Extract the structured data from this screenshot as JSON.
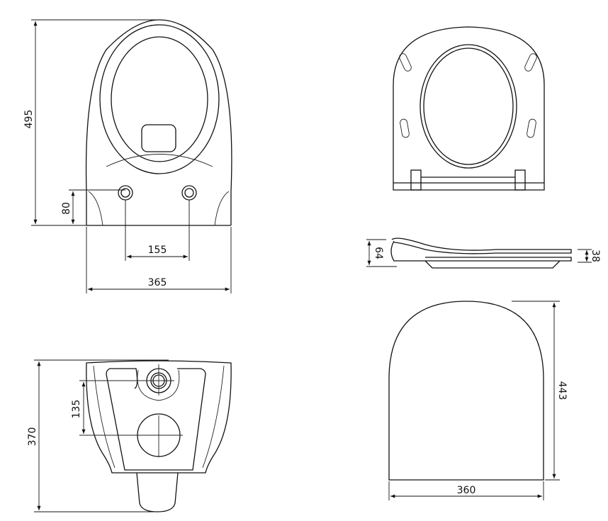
{
  "title": "Wall-hung toilet and seat dimension drawing",
  "units": "mm",
  "dimensions": {
    "bowl_height": "495",
    "inlet_height": "80",
    "bolt_spacing": "155",
    "bowl_width": "365",
    "seat_height_rear": "64",
    "seat_height_front": "38",
    "seat_length": "443",
    "seat_width": "360",
    "outlet_offset": "135",
    "wall_projection": "370"
  }
}
